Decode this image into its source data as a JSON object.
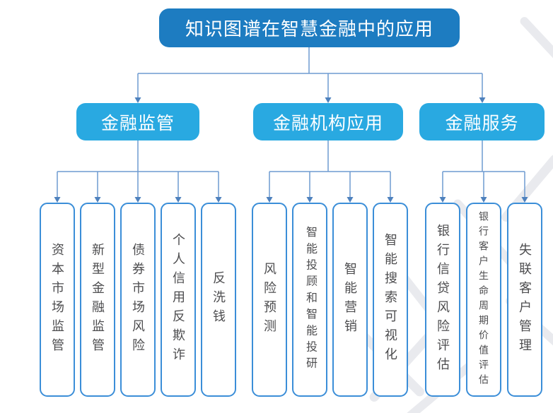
{
  "diagram": {
    "root": {
      "label": "知识图谱在智慧金融中的应用"
    },
    "branches": [
      {
        "label": "金融监管",
        "children": [
          "资本市场监管",
          "新型金融监管",
          "债券市场风险",
          "个人信用反欺诈",
          "反洗钱"
        ]
      },
      {
        "label": "金融机构应用",
        "children": [
          "风险预测",
          "智能投顾和智能投研",
          "智能营销",
          "智能搜索可视化"
        ]
      },
      {
        "label": "金融服务",
        "children": [
          "银行信贷风险评估",
          "银行客户生命周期价值评估",
          "失联客户管理"
        ]
      }
    ],
    "colors": {
      "root_bg": "#1d7cc1",
      "branch_bg": "#29a9e1",
      "leaf_border": "#3b8ed8",
      "leaf_text": "#4d4d4f",
      "connector": "#6f9bd1",
      "arrow": "#4e81bd",
      "node_text": "#ffffff"
    }
  }
}
